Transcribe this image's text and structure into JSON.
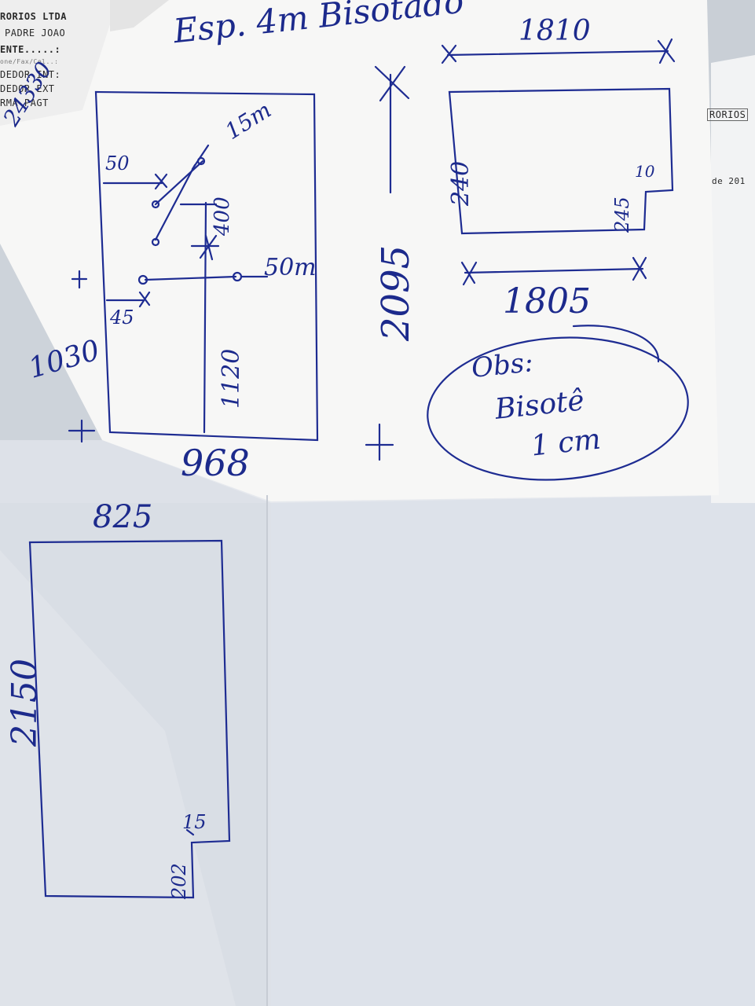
{
  "receipt_left": {
    "lines": [
      "RORIOS LTDA",
      "PADRE JOAO",
      "ENTE.....:",
      "one/Fax/Cel..:",
      "DEDOR INT:",
      "DEDOR EXT",
      "RMA PAGT"
    ]
  },
  "receipt_right": {
    "brand": "RORIOS",
    "date_fragment": "de 201"
  },
  "notes": {
    "heading": "Esp. 4m Bisotado",
    "page_number": "24330"
  },
  "sketch_1": {
    "width": "968",
    "height": "1030",
    "hole_offset_top": "50",
    "hole_offset_side": "45",
    "vertical_gap": "400",
    "inner_height": "1120",
    "hole_diameter_1": "15m",
    "hole_diameter_2": "50m"
  },
  "sketch_2": {
    "top_width": "1810",
    "bottom_width": "1805",
    "height": "2095",
    "left_side": "240",
    "notch_width": "10",
    "notch_height": "245"
  },
  "observation": {
    "label": "Obs:",
    "text": "Bisotê",
    "value": "1 cm"
  },
  "sketch_3": {
    "width": "825",
    "height": "2150",
    "notch_width": "15",
    "notch_height": "202"
  }
}
